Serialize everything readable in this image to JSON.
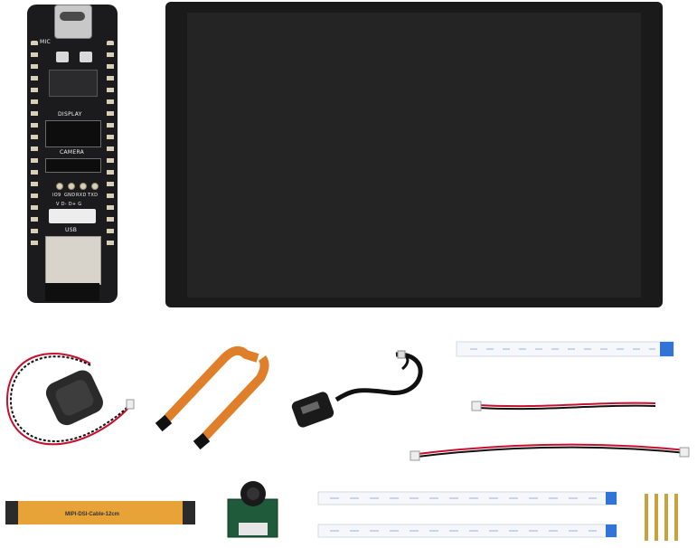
{
  "board": {
    "mic": "MIC",
    "display": "DISPLAY",
    "camera": "CAMERA",
    "header_pins": [
      "IO9",
      "GND",
      "RXD",
      "TXD"
    ],
    "usb_pins": "V D- D+ G",
    "usb": "USB"
  },
  "dsi_cable": {
    "label": "MIPI-DSI-Cable-12cm"
  },
  "colors": {
    "pcb": "#1b1b1d",
    "screen_bezel": "#1a1a1a",
    "screen_panel": "#242424",
    "flex_orange": "#e07f2a",
    "fpc_stiffener": "#2f74d6",
    "wire_red": "#c8102e",
    "wire_black": "#111111"
  }
}
